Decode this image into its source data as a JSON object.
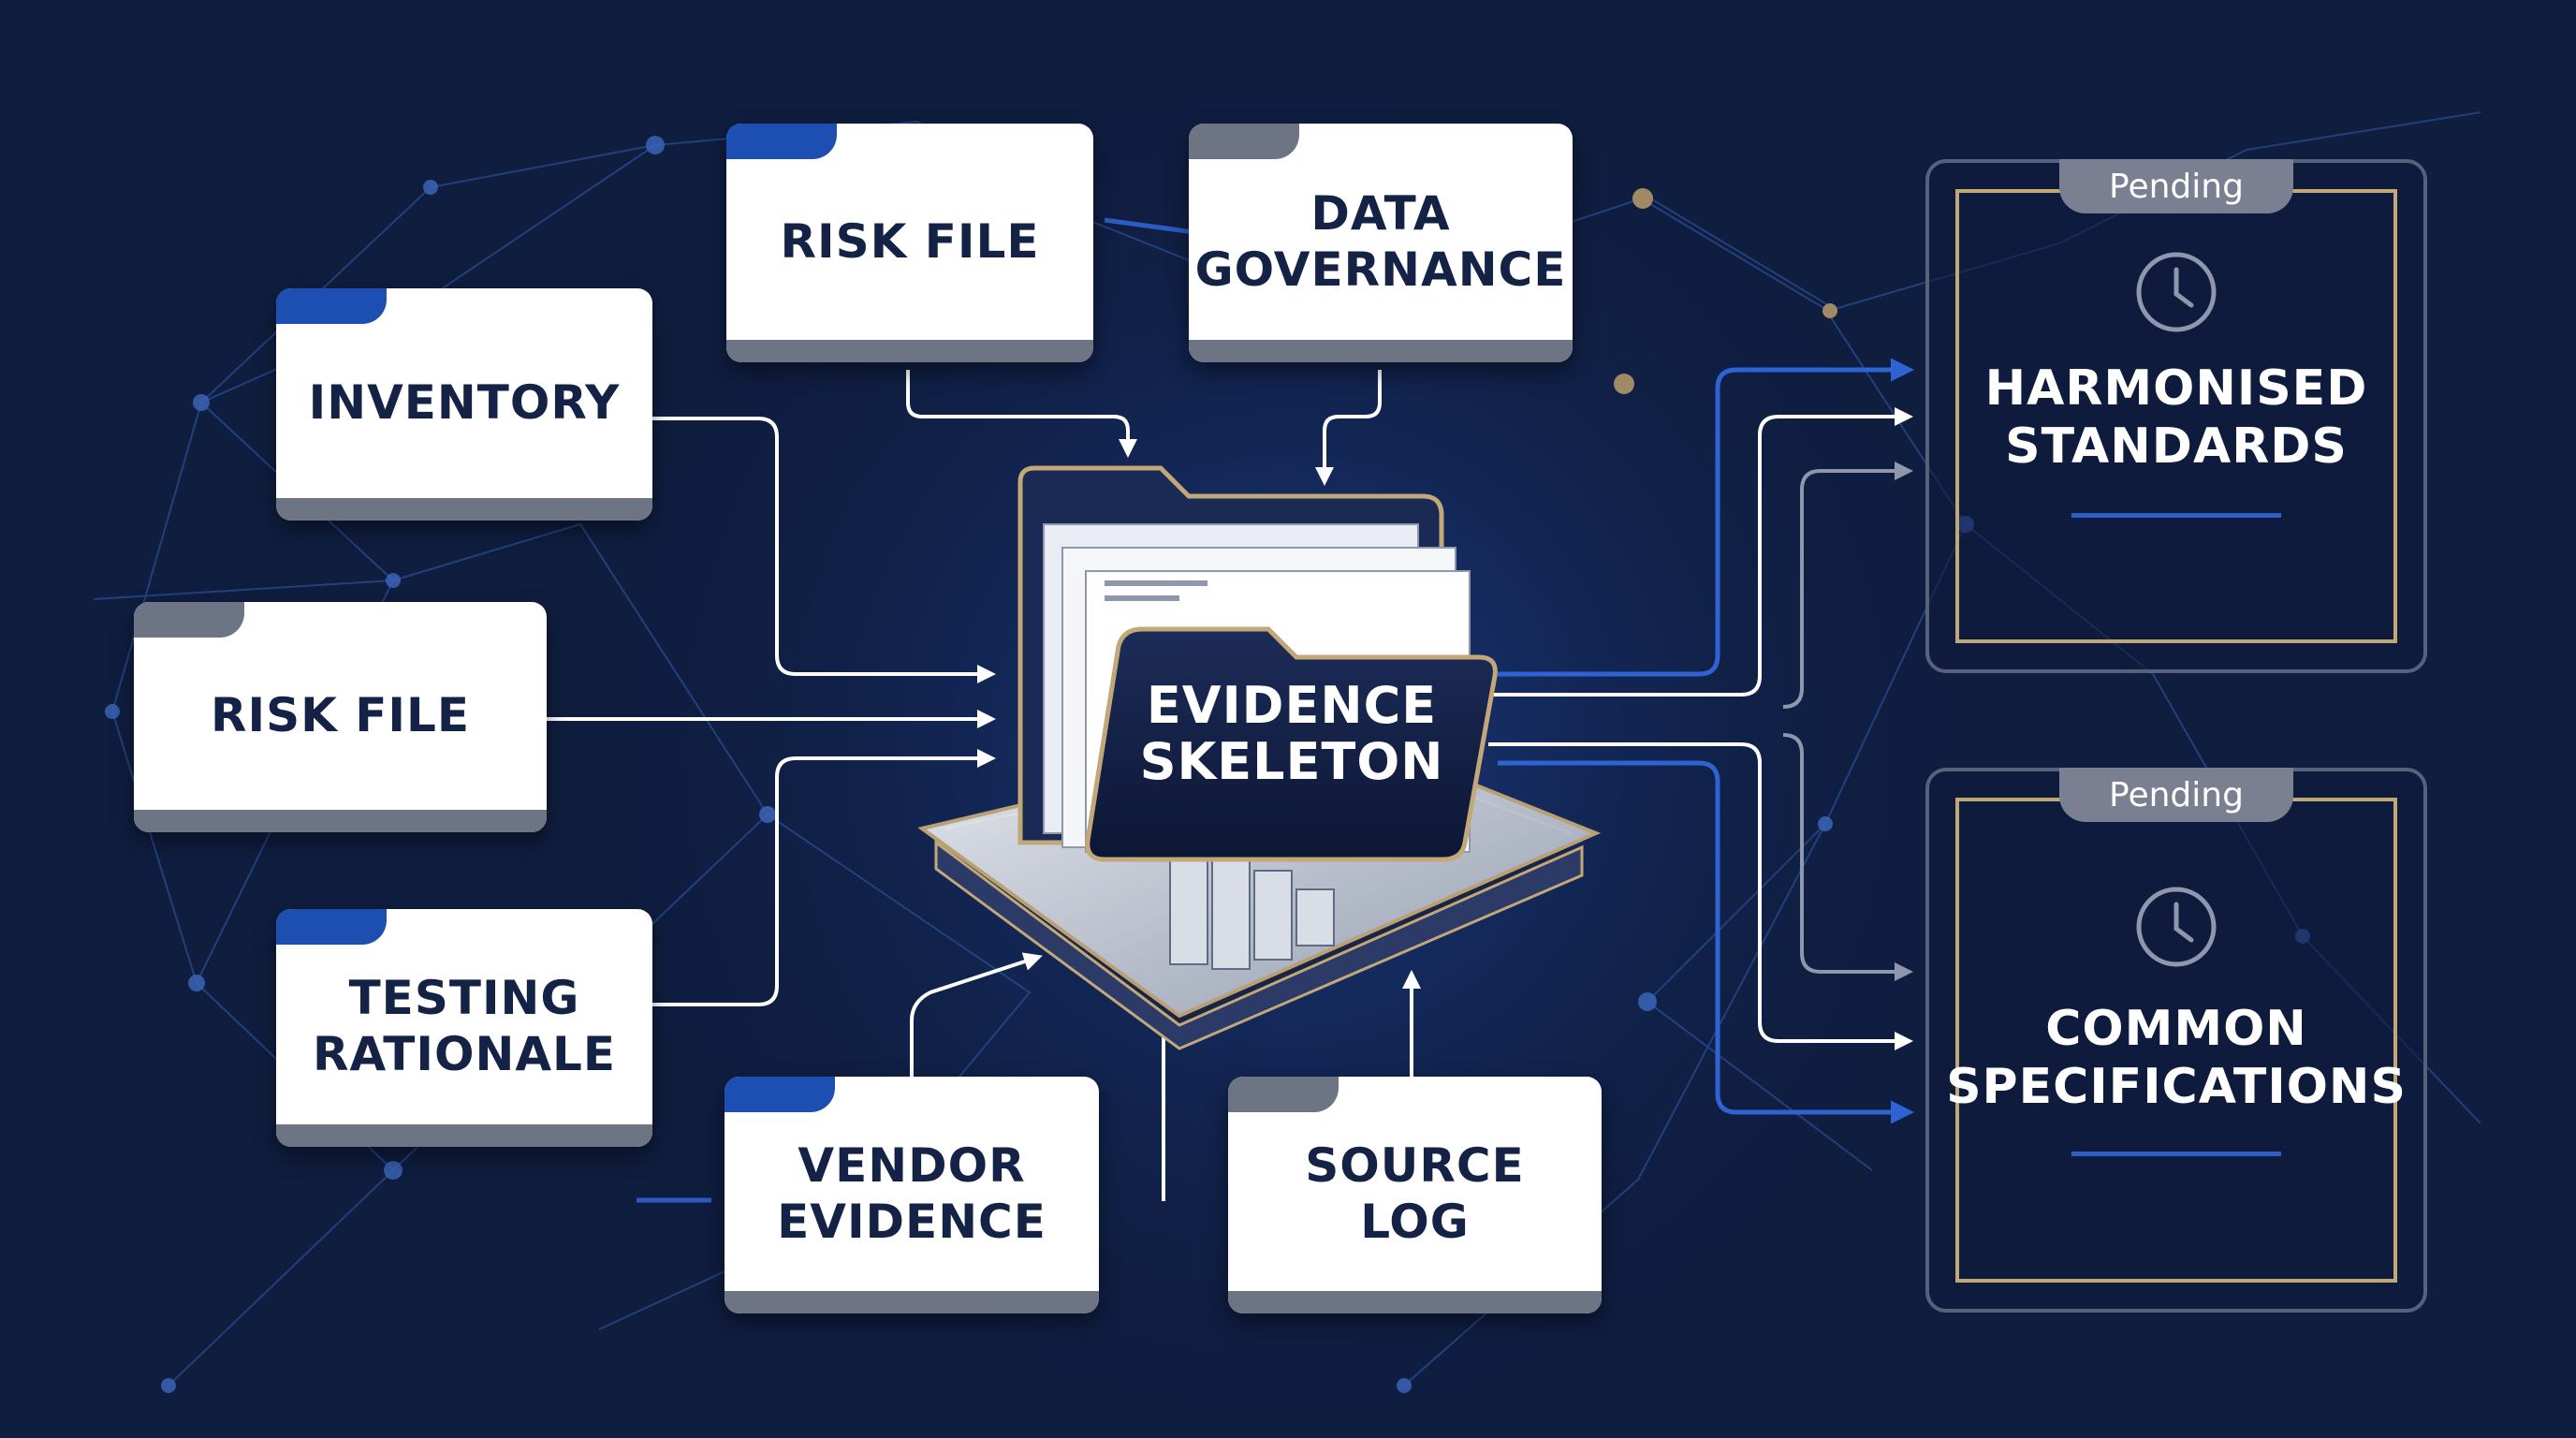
{
  "center": {
    "label": "EVIDENCE\nSKELETON"
  },
  "inputs": [
    {
      "id": "risk-file-top",
      "label": "RISK FILE"
    },
    {
      "id": "data-governance",
      "label": "DATA\nGOVERNANCE"
    },
    {
      "id": "inventory",
      "label": "INVENTORY"
    },
    {
      "id": "risk-file-left",
      "label": "RISK FILE"
    },
    {
      "id": "testing-rationale",
      "label": "TESTING\nRATIONALE"
    },
    {
      "id": "vendor-evidence",
      "label": "VENDOR\nEVIDENCE"
    },
    {
      "id": "source-log",
      "label": "SOURCE\nLOG"
    }
  ],
  "outputs": [
    {
      "id": "harmonised-standards",
      "status": "Pending",
      "label": "HARMONISED\nSTANDARDS"
    },
    {
      "id": "common-specifications",
      "status": "Pending",
      "label": "COMMON\nSPECIFICATIONS"
    }
  ],
  "colors": {
    "background": "#0f1d3f",
    "card": "#ffffff",
    "card_text": "#142246",
    "tab_blue": "#1d4fb3",
    "tab_gray": "#6d7585",
    "accent_blue": "#2f5fc4",
    "gold": "#c2a878",
    "connector_white": "#ffffff"
  },
  "icons": {
    "status": "clock-icon",
    "center": "folder-icon"
  }
}
